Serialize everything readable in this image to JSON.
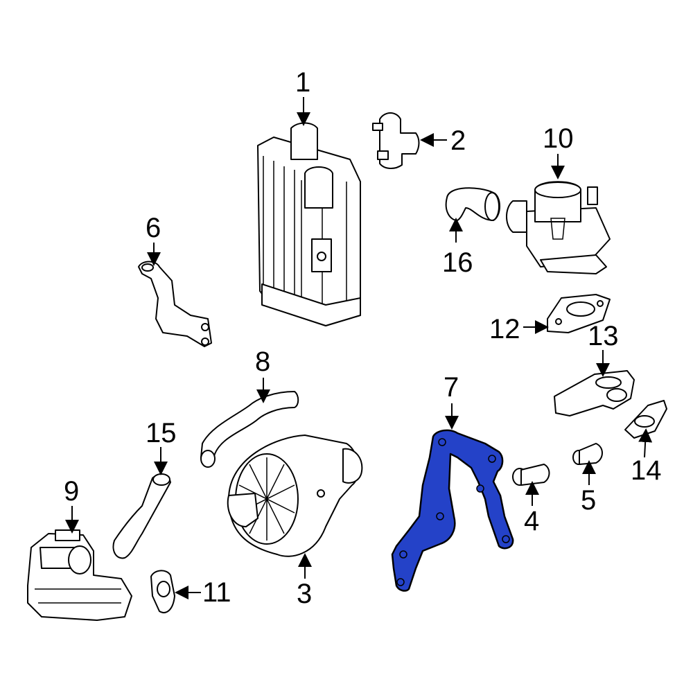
{
  "diagram": {
    "highlight_color": "#2442c8",
    "line_color": "#000000",
    "background": "#ffffff",
    "highlighted_part": "7",
    "callouts": [
      {
        "id": "c1",
        "label": "1"
      },
      {
        "id": "c2",
        "label": "2"
      },
      {
        "id": "c3",
        "label": "3"
      },
      {
        "id": "c4",
        "label": "4"
      },
      {
        "id": "c5",
        "label": "5"
      },
      {
        "id": "c6",
        "label": "6"
      },
      {
        "id": "c7",
        "label": "7"
      },
      {
        "id": "c8",
        "label": "8"
      },
      {
        "id": "c9",
        "label": "9"
      },
      {
        "id": "c10",
        "label": "10"
      },
      {
        "id": "c11",
        "label": "11"
      },
      {
        "id": "c12",
        "label": "12"
      },
      {
        "id": "c13",
        "label": "13"
      },
      {
        "id": "c14",
        "label": "14"
      },
      {
        "id": "c15",
        "label": "15"
      },
      {
        "id": "c16",
        "label": "16"
      }
    ]
  }
}
